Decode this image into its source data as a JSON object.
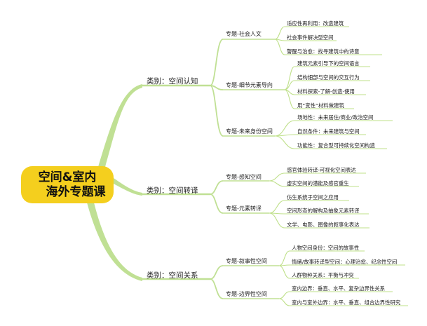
{
  "root": {
    "line1": "空间&室内",
    "line2": "海外专题课"
  },
  "colors": {
    "root_fill": "#f4cf1e",
    "branch_cat": "#c0e094",
    "branch_leaf": "#bfe08a"
  },
  "categories": [
    {
      "label": "类别：空间认知",
      "topics": [
        {
          "label": "专题-社会人文",
          "leaves": [
            "适应性再利用：改造建筑",
            "社会事件解决型空间",
            "警醒与治愈：找寻建筑中的诗意"
          ]
        },
        {
          "label": "专题-细节元素导向",
          "leaves": [
            "建筑元素引导下的空间语言",
            "结构细部与空间的交互行为",
            "材料探索-了解-创造-使用",
            "用“变性”材料做建筑"
          ]
        },
        {
          "label": "专题-未来身份空间",
          "leaves": [
            "场地性：未来居住/商业/政治空间",
            "自然条件：未来建筑与空间",
            "功能性：复合型可持续化空间构造"
          ]
        }
      ]
    },
    {
      "label": "类别：空间转译",
      "topics": [
        {
          "label": "专题-感知空间",
          "leaves": [
            "感官体验转译-可视化空间表达",
            "虚实空间的潜能及感官重生"
          ]
        },
        {
          "label": "专题-元素转译",
          "leaves": [
            "仿生系统于空间之应用",
            "空间形态的解构及抽象元素转译",
            "文学、电影、图像的叙事化表达"
          ]
        }
      ]
    },
    {
      "label": "类别：空间关系",
      "topics": [
        {
          "label": "专题-叙事性空间",
          "leaves": [
            "人物空间身份：空间的故事性",
            "情绪/故事转译型空间：心理治愈、纪念性空间",
            "人群物种关系：平衡与冲突"
          ]
        },
        {
          "label": "专题-边界性空间",
          "leaves": [
            "室内边界：垂直、水平、复杂边界性关系",
            "室内与室外边界：水平、垂直、组合边界性研究"
          ]
        }
      ]
    }
  ]
}
